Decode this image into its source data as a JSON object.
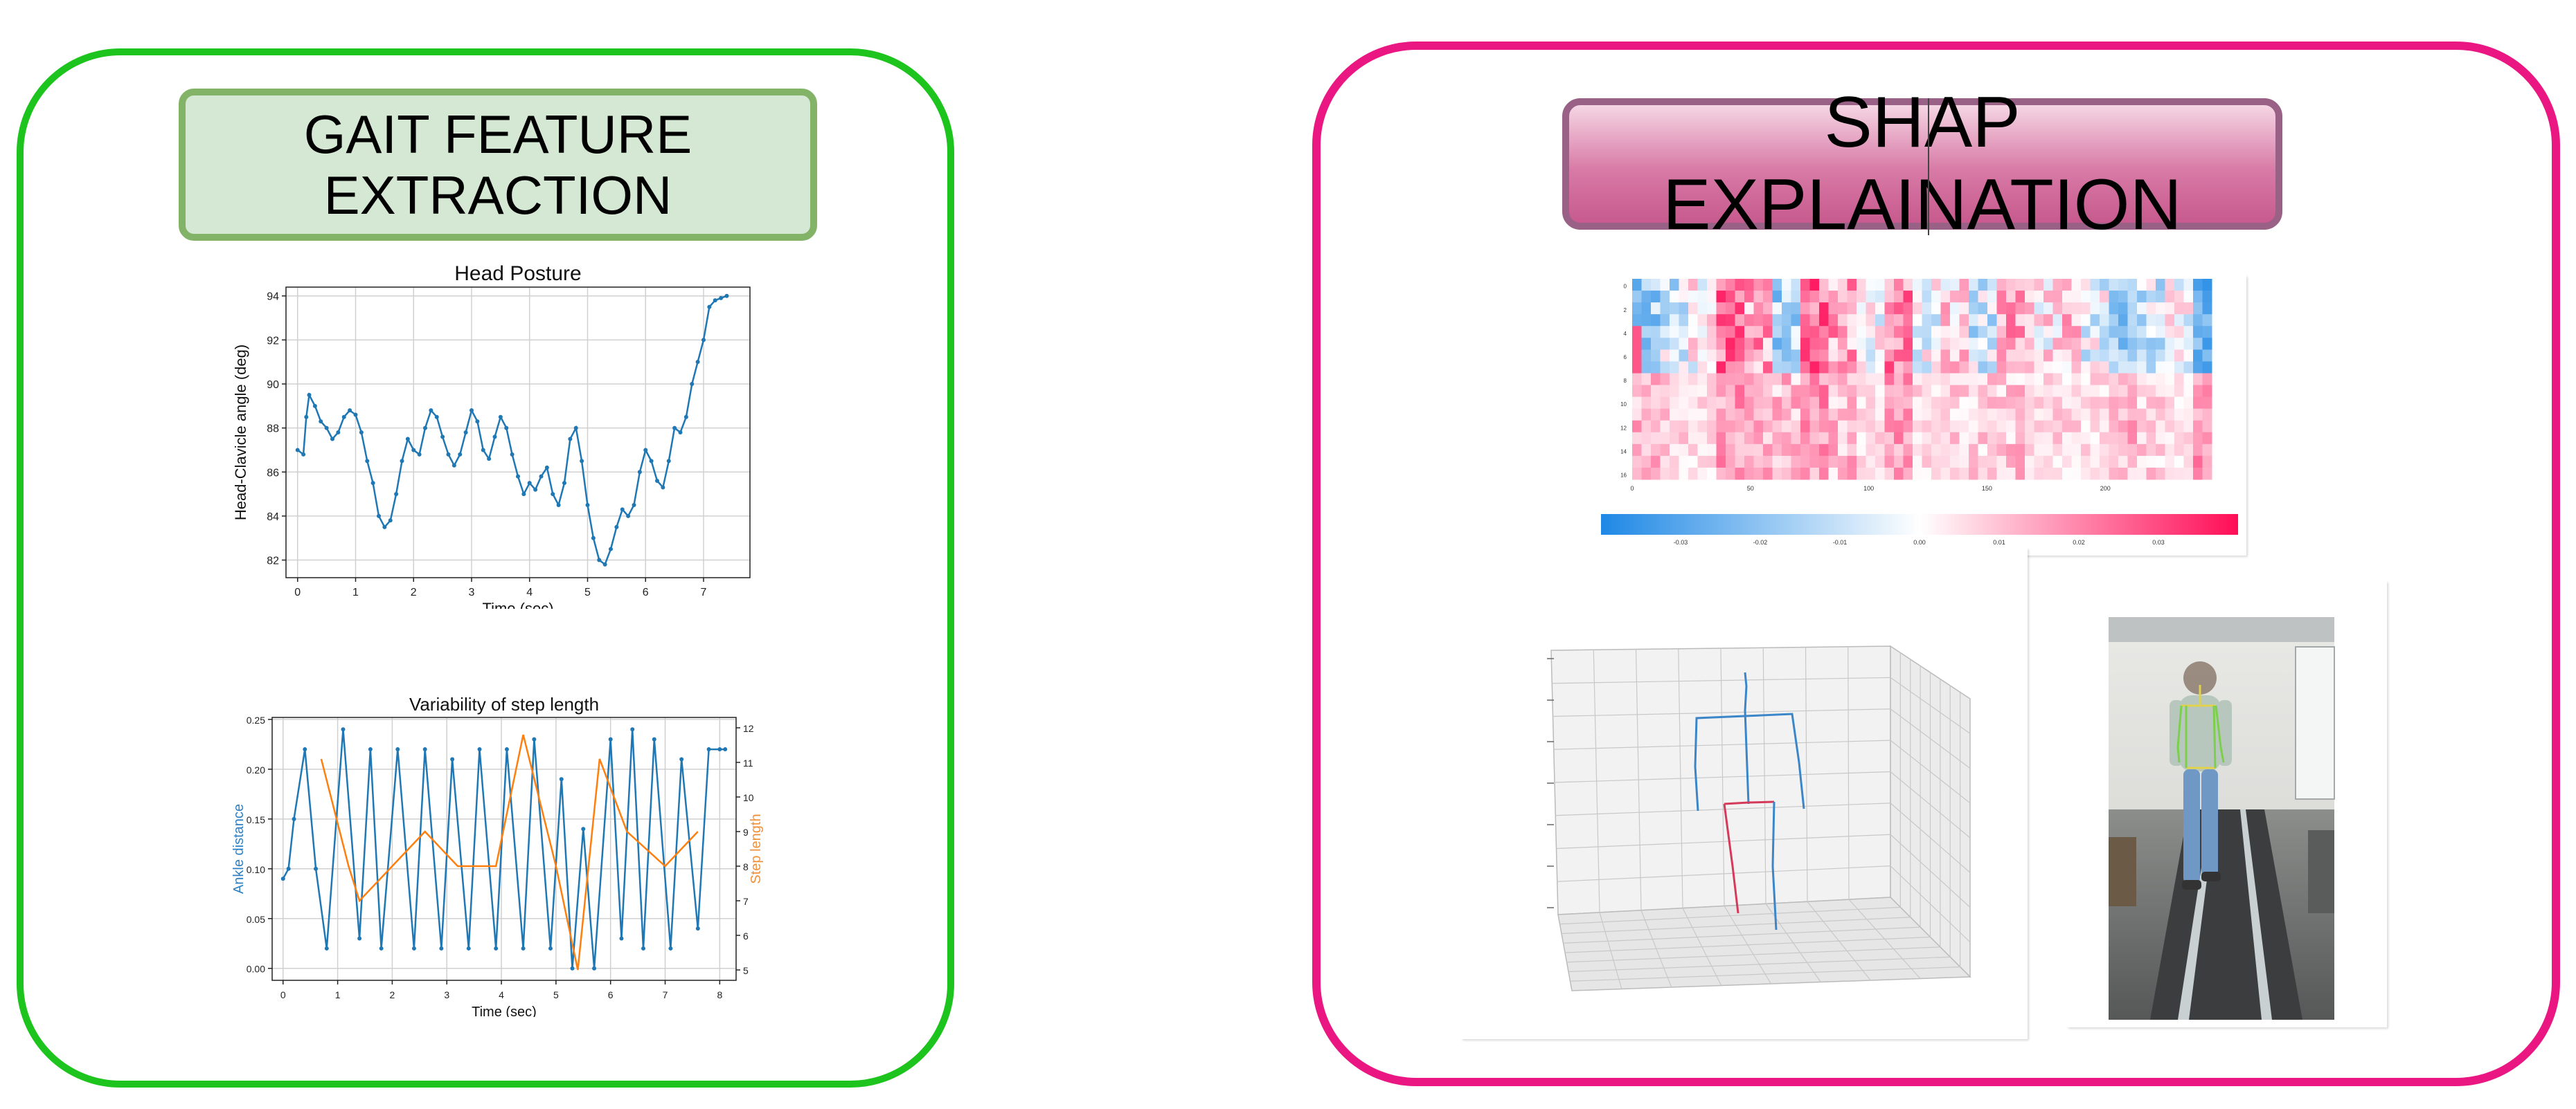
{
  "gait_title": "GAIT FEATURE\nEXTRACTION",
  "shap_title": "SHAP EXPLAINATION",
  "colors": {
    "left_panel_border": "#1dc41d",
    "right_panel_border": "#ea1783",
    "gait_title_fill": "#d5e8d4",
    "gait_title_border": "#82b366",
    "shap_title_border": "#996185",
    "series_blue": "#1f77b4",
    "series_orange": "#ff7f0e",
    "skeleton_blue": "#3a86c8",
    "skeleton_red": "#d63a5a"
  },
  "chart_data": [
    {
      "type": "line",
      "title": "Head Posture",
      "xlabel": "Time (sec)",
      "ylabel": "Head-Clavicle angle (deg)",
      "xlim": [
        -0.2,
        7.8
      ],
      "ylim": [
        81.2,
        94.4
      ],
      "xticks": [
        0,
        1,
        2,
        3,
        4,
        5,
        6,
        7
      ],
      "yticks": [
        82,
        84,
        86,
        88,
        90,
        92,
        94
      ],
      "grid": true,
      "series": [
        {
          "x": [
            0,
            0.1,
            0.15,
            0.2,
            0.3,
            0.4,
            0.5,
            0.6,
            0.7,
            0.8,
            0.9,
            1.0,
            1.1,
            1.2,
            1.3,
            1.4,
            1.5,
            1.6,
            1.7,
            1.8,
            1.9,
            2.0,
            2.1,
            2.2,
            2.3,
            2.4,
            2.5,
            2.6,
            2.7,
            2.8,
            2.9,
            3.0,
            3.1,
            3.2,
            3.3,
            3.4,
            3.5,
            3.6,
            3.7,
            3.8,
            3.9,
            4.0,
            4.1,
            4.2,
            4.3,
            4.4,
            4.5,
            4.6,
            4.7,
            4.8,
            4.9,
            5.0,
            5.1,
            5.2,
            5.3,
            5.4,
            5.5,
            5.6,
            5.7,
            5.8,
            5.9,
            6.0,
            6.1,
            6.2,
            6.3,
            6.4,
            6.5,
            6.6,
            6.7,
            6.8,
            6.9,
            7.0,
            7.1,
            7.2,
            7.3,
            7.4
          ],
          "y": [
            87.0,
            86.8,
            88.5,
            89.5,
            89.0,
            88.3,
            88.0,
            87.5,
            87.8,
            88.5,
            88.8,
            88.6,
            87.8,
            86.5,
            85.5,
            84.0,
            83.5,
            83.8,
            85.0,
            86.5,
            87.5,
            87.0,
            86.8,
            88.0,
            88.8,
            88.5,
            87.6,
            86.8,
            86.3,
            86.8,
            87.8,
            88.8,
            88.3,
            87.0,
            86.6,
            87.6,
            88.5,
            88.0,
            86.8,
            85.8,
            85.0,
            85.5,
            85.2,
            85.8,
            86.2,
            85.0,
            84.5,
            85.5,
            87.5,
            88.0,
            86.5,
            84.5,
            83.0,
            82.0,
            81.8,
            82.5,
            83.5,
            84.3,
            84.0,
            84.5,
            86.0,
            87.0,
            86.5,
            85.6,
            85.3,
            86.5,
            88.0,
            87.8,
            88.5,
            90.0,
            91.0,
            92.0,
            93.5,
            93.8,
            93.9,
            94.0
          ]
        }
      ]
    },
    {
      "type": "line",
      "title": "Variability of step length",
      "xlabel": "Time (sec)",
      "ylabel": "Ankle distance",
      "ylabel_right": "Step length",
      "xlim": [
        -0.2,
        8.3
      ],
      "ylim": [
        -0.012,
        0.252
      ],
      "ylim_right": [
        4.7,
        12.3
      ],
      "xticks": [
        0,
        1,
        2,
        3,
        4,
        5,
        6,
        7,
        8
      ],
      "yticks": [
        0.0,
        0.05,
        0.1,
        0.15,
        0.2,
        0.25
      ],
      "yticks_right": [
        5,
        6,
        7,
        8,
        9,
        10,
        11,
        12
      ],
      "grid": true,
      "series": [
        {
          "name": "Ankle distance",
          "axis": "left",
          "x": [
            0,
            0.1,
            0.2,
            0.4,
            0.6,
            0.8,
            1.1,
            1.4,
            1.6,
            1.8,
            2.1,
            2.4,
            2.6,
            2.9,
            3.1,
            3.4,
            3.6,
            3.9,
            4.1,
            4.4,
            4.6,
            4.9,
            5.1,
            5.3,
            5.5,
            5.7,
            6.0,
            6.2,
            6.4,
            6.6,
            6.8,
            7.1,
            7.3,
            7.6,
            7.8,
            8.0,
            8.1
          ],
          "y": [
            0.09,
            0.1,
            0.15,
            0.22,
            0.1,
            0.02,
            0.24,
            0.03,
            0.22,
            0.02,
            0.22,
            0.02,
            0.22,
            0.02,
            0.21,
            0.02,
            0.22,
            0.02,
            0.22,
            0.02,
            0.23,
            0.02,
            0.19,
            0.0,
            0.14,
            0.0,
            0.23,
            0.03,
            0.24,
            0.02,
            0.23,
            0.02,
            0.21,
            0.04,
            0.22,
            0.22,
            0.22
          ]
        },
        {
          "name": "Step length",
          "axis": "right",
          "x": [
            0.7,
            1.2,
            1.4,
            2.6,
            3.2,
            3.9,
            4.4,
            5.0,
            5.4,
            5.8,
            6.3,
            7.0,
            7.6
          ],
          "y": [
            11.1,
            8.0,
            7.0,
            9.0,
            8.0,
            8.0,
            11.8,
            8.0,
            5.0,
            11.1,
            9.0,
            8.0,
            9.0
          ]
        }
      ]
    },
    {
      "type": "heatmap",
      "colormap": "blue-white-red",
      "rows": 17,
      "cols": 245,
      "xticks": [
        "0",
        "50",
        "100",
        "150",
        "200"
      ],
      "yticks": [
        "0",
        "2",
        "4",
        "6",
        "8",
        "10",
        "12",
        "14",
        "16"
      ],
      "colorbar_range": [
        -0.04,
        0.04
      ],
      "colorbar_ticks": [
        "-0.03",
        "-0.02",
        "-0.01",
        "0.00",
        "0.01",
        "0.02",
        "0.03"
      ]
    }
  ]
}
